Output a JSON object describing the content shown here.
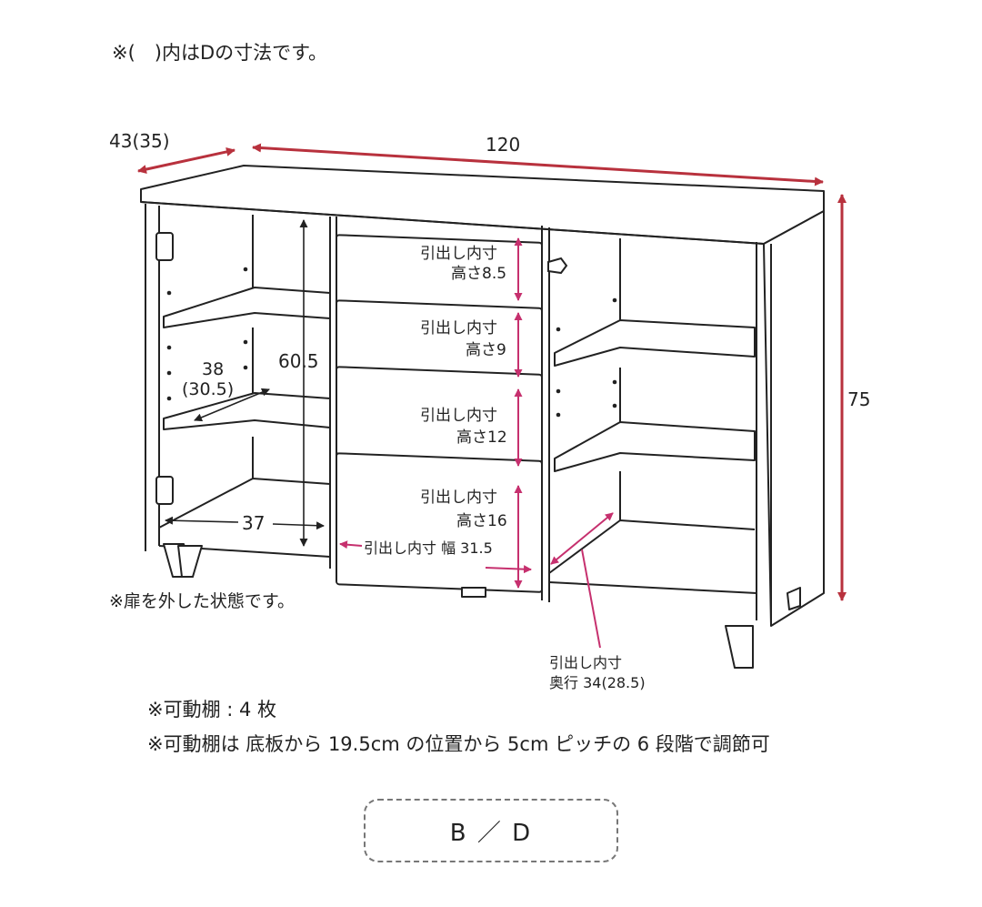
{
  "notes": {
    "parentheses_note": "※(　)内はDの寸法です。",
    "door_removed": "※扉を外した状態です。",
    "shelves_count": "※可動棚 : 4 枚",
    "shelves_adjust": "※可動棚は 底板から 19.5cm の位置から 5cm ピッチの 6 段階で調節可"
  },
  "variant_badge": "B ／ D",
  "dimensions": {
    "depth": "43(35)",
    "width": "120",
    "height": "75",
    "inner_height": "60.5",
    "inner_depth_line1": "38",
    "inner_depth_line2": "(30.5)",
    "inner_width": "37"
  },
  "drawers": [
    {
      "line1": "引出し内寸",
      "line2": "高さ8.5"
    },
    {
      "line1": "引出し内寸",
      "line2": "高さ9"
    },
    {
      "line1": "引出し内寸",
      "line2": "高さ12"
    },
    {
      "line1": "引出し内寸",
      "line2": "高さ16"
    }
  ],
  "drawer_width": "引出し内寸 幅 31.5",
  "drawer_depth": {
    "line1": "引出し内寸",
    "line2": "奥行 34(28.5)"
  },
  "colors": {
    "outline": "#222222",
    "outer_dimension": "#b8313d",
    "drawer_dimension": "#c6306e"
  }
}
